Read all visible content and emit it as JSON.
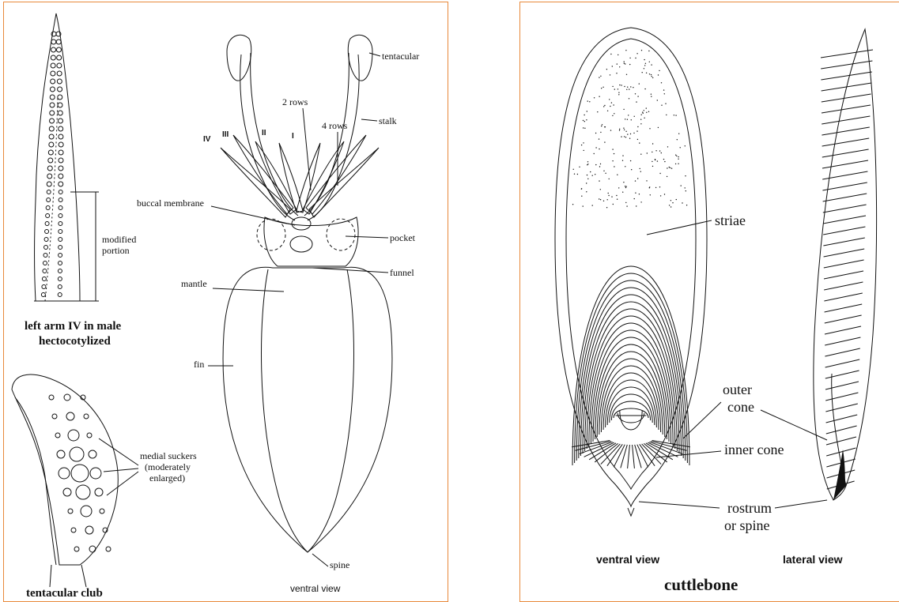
{
  "left": {
    "arm_caption_line1": "left arm IV in male",
    "arm_caption_line2": "hectocotylized",
    "modified_line1": "modified",
    "modified_line2": "portion",
    "club_caption": "tentacular club",
    "medial_line1": "medial suckers",
    "medial_line2": "(moderately",
    "medial_line3": "enlarged)",
    "tentacular": "tentacular",
    "stalk": "stalk",
    "two_rows": "2 rows",
    "four_rows": "4 rows",
    "arm_iv": "IV",
    "arm_iii": "III",
    "arm_ii": "II",
    "arm_i": "I",
    "buccal_membrane": "buccal membrane",
    "pocket": "pocket",
    "funnel": "funnel",
    "mantle": "mantle",
    "fin": "fin",
    "spine": "spine",
    "ventral_view": "ventral view"
  },
  "right": {
    "striae": "striae",
    "outer_line1": "outer",
    "outer_line2": "cone",
    "inner_cone": "inner cone",
    "rostrum_line1": "rostrum",
    "rostrum_line2": "or spine",
    "ventral_view": "ventral view",
    "lateral_view": "lateral view",
    "title": "cuttlebone"
  },
  "colors": {
    "panel_border": "#e8893b",
    "ink": "#111111"
  }
}
